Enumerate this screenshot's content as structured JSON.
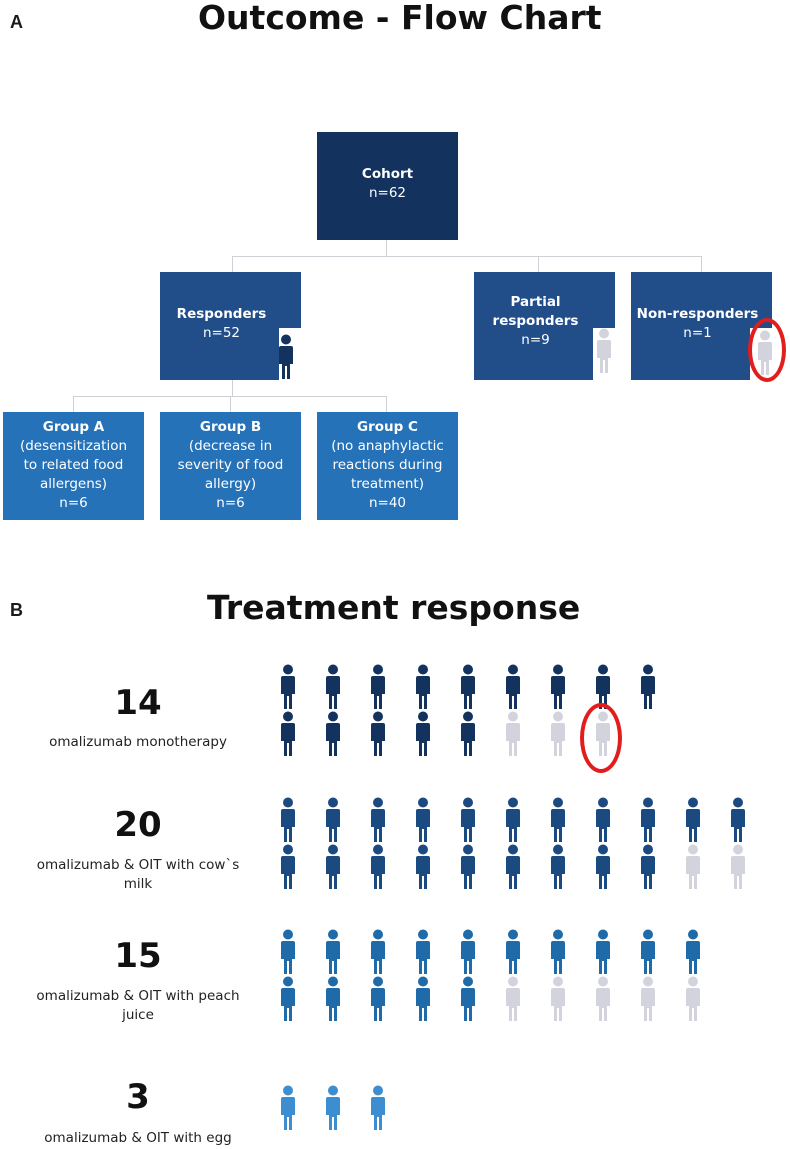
{
  "panel_a": {
    "letter": "A",
    "title": "Outcome - Flow Chart",
    "cohort": {
      "label": "Cohort",
      "n": "n=62"
    },
    "responders": {
      "label": "Responders",
      "n": "n=52"
    },
    "partial": {
      "label_1": "Partial",
      "label_2": "responders",
      "n": "n=9"
    },
    "non": {
      "label": "Non-responders",
      "n": "n=1"
    },
    "group_a": {
      "label": "Group A",
      "desc_1": "(desensitization",
      "desc_2": "to related food",
      "desc_3": "allergens)",
      "n": "n=6"
    },
    "group_b": {
      "label": "Group B",
      "desc_1": "(decrease in",
      "desc_2": "severity of food",
      "desc_3": "allergy)",
      "n": "n=6"
    },
    "group_c": {
      "label": "Group C",
      "desc_1": "(no anaphylactic",
      "desc_2": "reactions during",
      "desc_3": "treatment)",
      "n": "n=40"
    }
  },
  "panel_b": {
    "letter": "B",
    "title": "Treatment response",
    "rows": [
      {
        "count": "14",
        "label_1": "omalizumab monotherapy",
        "label_2": "",
        "color": "#13325e",
        "top": [
          1,
          1,
          1,
          1,
          1,
          1,
          1,
          1,
          1
        ],
        "bottom": [
          1,
          1,
          1,
          1,
          1,
          0,
          0,
          0
        ]
      },
      {
        "count": "20",
        "label_1": "omalizumab & OIT with cow`s",
        "label_2": "milk",
        "color": "#1a4a80",
        "top": [
          1,
          1,
          1,
          1,
          1,
          1,
          1,
          1,
          1,
          1,
          1
        ],
        "bottom": [
          1,
          1,
          1,
          1,
          1,
          1,
          1,
          1,
          1,
          0,
          0
        ]
      },
      {
        "count": "15",
        "label_1": "omalizumab & OIT with peach",
        "label_2": "juice",
        "color": "#1f6aa8",
        "top": [
          1,
          1,
          1,
          1,
          1,
          1,
          1,
          1,
          1,
          1
        ],
        "bottom": [
          1,
          1,
          1,
          1,
          1,
          0,
          0,
          0,
          0,
          0
        ]
      },
      {
        "count": "3",
        "label_1": "omalizumab & OIT with egg",
        "label_2": "",
        "color": "#3d8ed0",
        "top": [
          1,
          1,
          1
        ],
        "bottom": []
      }
    ]
  },
  "colors": {
    "inactive": "#d3d3de",
    "highlight_ring": "#e11d1d"
  },
  "icons": {
    "person": "person-icon"
  }
}
